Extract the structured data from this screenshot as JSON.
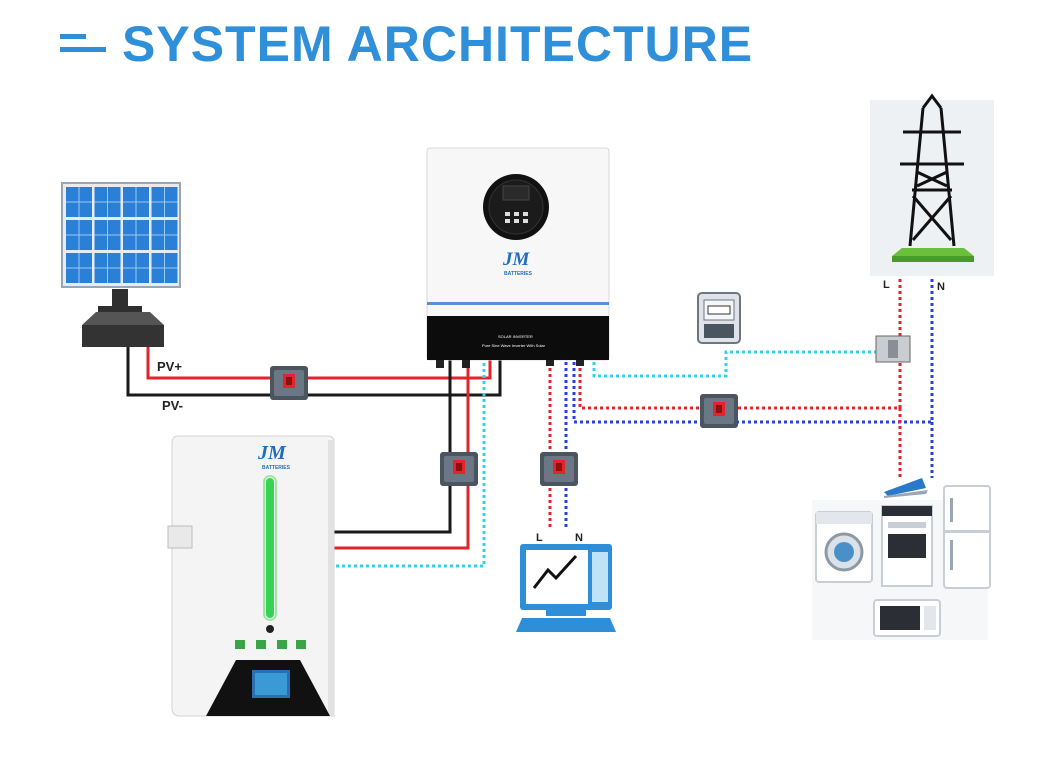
{
  "title": "SYSTEM ARCHITECTURE",
  "labels": {
    "pv_plus": "PV+",
    "pv_minus": "PV-",
    "load_l": "L",
    "load_n": "N",
    "grid_l": "L",
    "grid_n": "N"
  },
  "inverter": {
    "brand": "JM",
    "brand_sub": "BATTERIES",
    "line1": "SOLAR INVERTER",
    "line2": "Pure Sine Wave Inverter With Solar"
  },
  "battery": {
    "brand": "JM",
    "brand_sub": "BATTERIES"
  },
  "colors": {
    "title": "#2f8fd8",
    "wire_red": "#e0262b",
    "wire_black": "#1a1a1a",
    "wire_cyan": "#35d0e6",
    "wire_blue": "#2740e0",
    "battery_led": "#39d353"
  },
  "icons": [
    "title-bars-icon",
    "solar-panel-icon",
    "inverter-icon",
    "battery-icon",
    "breaker-icon",
    "energy-meter-icon",
    "transmission-tower-icon",
    "computer-icon",
    "home-appliances-icon"
  ]
}
